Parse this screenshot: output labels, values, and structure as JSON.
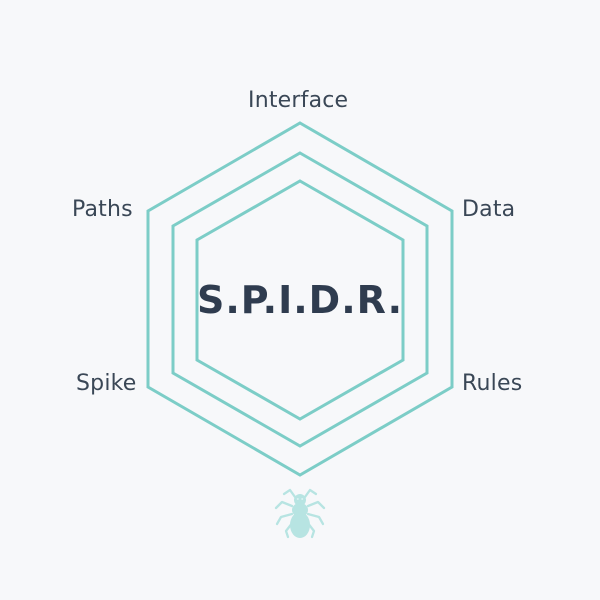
{
  "diagram": {
    "center_title": "S.P.I.D.R.",
    "labels": {
      "interface": "Interface",
      "data": "Data",
      "rules": "Rules",
      "paths": "Paths",
      "spike": "Spike"
    },
    "colors": {
      "background": "#f7f8fa",
      "hexagon_stroke": "#7ccdc7",
      "label_text": "#3a4756",
      "title_text": "#2f3c4f",
      "spider_fill": "#b7e4e2"
    },
    "icons": {
      "spider": "spider-icon"
    }
  }
}
